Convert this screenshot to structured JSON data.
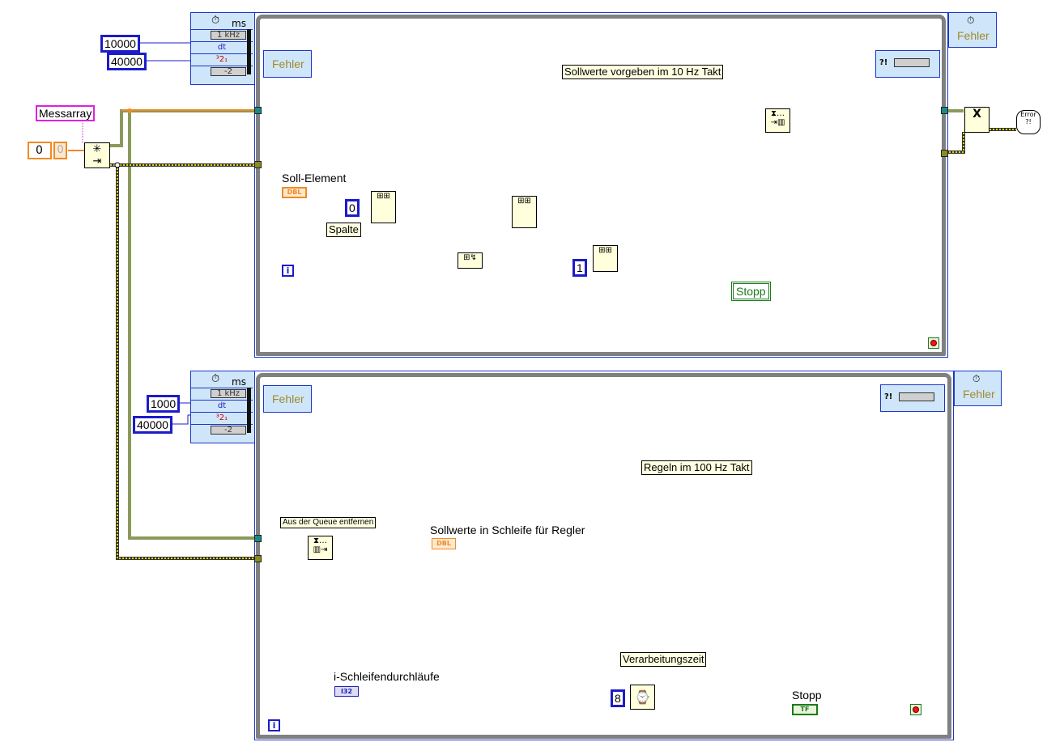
{
  "diagram": {
    "type": "LabVIEW block diagram",
    "top_loop": {
      "title_label": "Sollwerte vorgeben im 10 Hz Takt",
      "timing": {
        "clock_unit": "ms",
        "source": "1 kHz",
        "dt_label": "dt",
        "offset_label": "³2₁",
        "processor_label": "-2",
        "dt_const": "10000",
        "offset_const": "40000"
      },
      "left_error_label": "Fehler",
      "right_error_label": "Fehler",
      "error_indicator_label": "?!",
      "soll_element_label": "Soll-Element",
      "soll_element_type": "DBL",
      "column_const": "0",
      "column_label": "Spalte",
      "index_const": "1",
      "iteration_label": "i",
      "stop_button_label": "Stopp"
    },
    "left_inputs": {
      "messarray_label": "Messarray",
      "size_const": "0",
      "size_display": "0"
    },
    "bottom_loop": {
      "title_label": "Regeln im 100 Hz Takt",
      "timing": {
        "clock_unit": "ms",
        "source": "1 kHz",
        "dt_label": "dt",
        "offset_label": "³2₁",
        "processor_label": "-2",
        "dt_const": "1000",
        "offset_const": "40000"
      },
      "left_error_label": "Fehler",
      "right_error_label": "Fehler",
      "error_indicator_label": "?!",
      "dequeue_label": "Aus der Queue entfernen",
      "setpoint_indicator_label": "Sollwerte in Schleife für Regler",
      "setpoint_indicator_type": "DBL",
      "iteration_indicator_label": "i-Schleifendurchläufe",
      "iteration_indicator_type": "I32",
      "iteration_label": "i",
      "processing_time_label": "Verarbeitungszeit",
      "wait_const": "8",
      "stop_label": "Stopp",
      "stop_type": "TF"
    },
    "outside": {
      "release_queue_icon": "X",
      "error_dialog_label": "Error ?!"
    },
    "colors": {
      "loop_border": "#808080",
      "loop_outline": "#1c36c8",
      "orange_wire": "#f08a24",
      "queue_wire": "#8a9a5b",
      "error_wire": "#b5a800",
      "int_wire": "#1c1cc8",
      "bool_wire": "#1a7a1a",
      "label_bg": "#ffffe1"
    }
  }
}
